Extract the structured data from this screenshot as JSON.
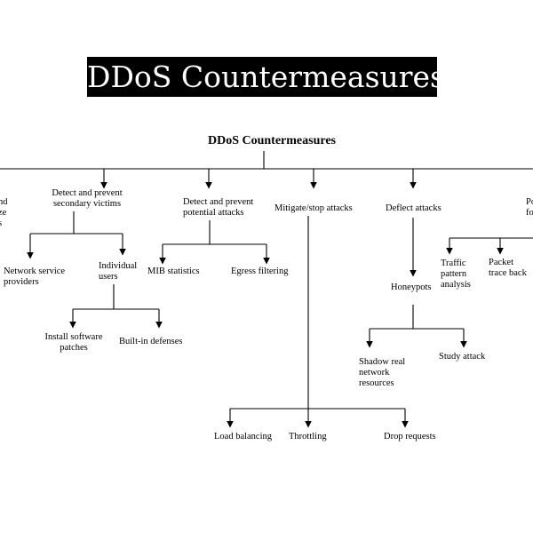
{
  "banner_title": "DDoS Countermeasures",
  "diagram": {
    "root": "DDoS Countermeasures",
    "branches": {
      "left_cut": [
        "nd",
        "ze",
        "s"
      ],
      "secondary_victims": "Detect and prevent\nsecondary victims",
      "network_service_providers": "Network service\nproviders",
      "individual_users": "Individual\nusers",
      "install_patches": "Install software\npatches",
      "builtin_defenses": "Built-in defenses",
      "potential_attacks": "Detect and prevent\npotential attacks",
      "mib_statistics": "MIB statistics",
      "egress_filtering": "Egress filtering",
      "mitigate": "Mitigate/stop attacks",
      "load_balancing": "Load balancing",
      "throttling": "Throttling",
      "drop_requests": "Drop requests",
      "deflect": "Deflect attacks",
      "honeypots": "Honeypots",
      "shadow_resources": "Shadow real\nnetwork\nresources",
      "study_attack": "Study attack",
      "right_cut": "Po\nfo",
      "traffic_pattern": "Traffic\npattern\nanalysis",
      "packet_trace": "Packet\ntrace back"
    }
  }
}
